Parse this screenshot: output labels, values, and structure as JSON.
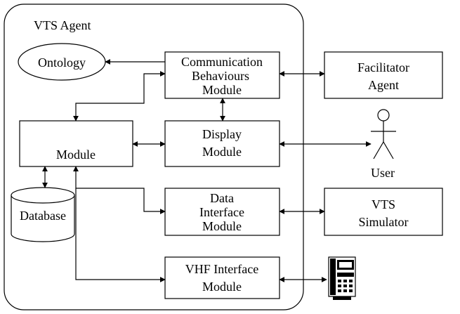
{
  "agent_title": "VTS Agent",
  "ontology": "Ontology",
  "comm_module": [
    "Communication",
    "Behaviours",
    "Module"
  ],
  "facilitator": [
    "Facilitator",
    "Agent"
  ],
  "display_module": [
    "Display",
    "Module"
  ],
  "user": "User",
  "core_module": "Module",
  "database": "Database",
  "data_interface_module": [
    "Data",
    "Interface",
    "Module"
  ],
  "vts_simulator": [
    "VTS",
    "Simulator"
  ],
  "vhf_module": [
    "VHF Interface",
    "Module"
  ],
  "radio_icon": "vhf-radio-icon"
}
